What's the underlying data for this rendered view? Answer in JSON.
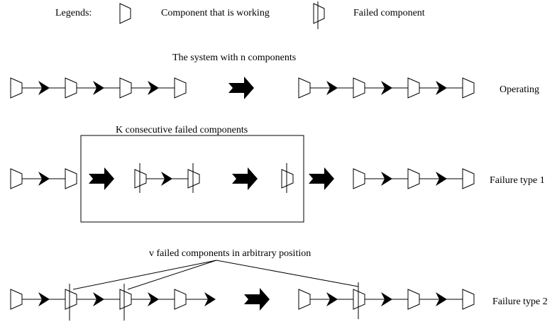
{
  "legend": {
    "title": "Legends:",
    "working_label": "Component that is working",
    "failed_label": "Failed component"
  },
  "headings": {
    "system": "The system with n components",
    "consecutive": "K consecutive failed components",
    "arbitrary": "v failed components in arbitrary position"
  },
  "rows": {
    "operating": "Operating",
    "failure1": "Failure type 1",
    "failure2": "Failure type 2"
  },
  "icons": {
    "working": "working-component-icon",
    "failed": "failed-component-icon",
    "arrow": "small-arrow-icon",
    "ellipsis": "large-arrow-icon"
  }
}
